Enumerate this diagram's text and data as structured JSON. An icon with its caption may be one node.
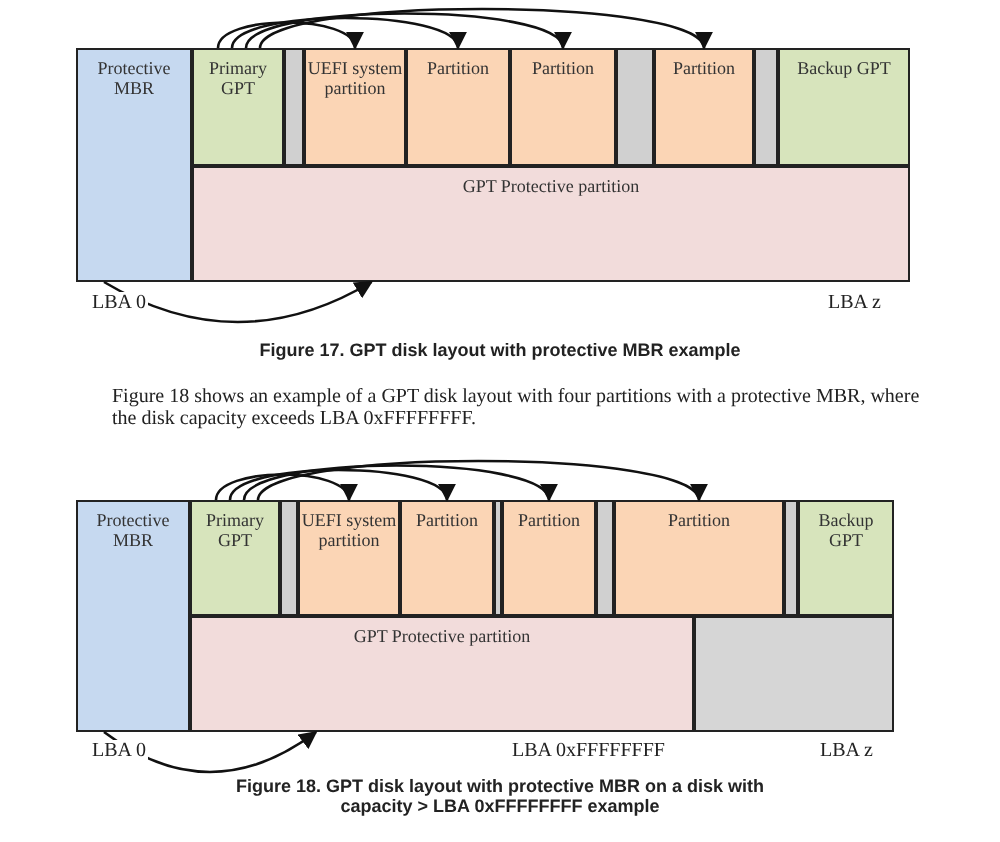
{
  "diagram": {
    "nodes": [
      {
        "text": [
          "Protective MBR"
        ]
      },
      {
        "text": [
          "Primary GPT"
        ]
      },
      {
        "text": [],
        "shape": "bar"
      },
      {
        "text": [
          "UEFI system partition"
        ]
      },
      {
        "text": [
          "Partition"
        ]
      },
      {
        "text": [
          "Partition"
        ]
      },
      {
        "text": [],
        "shape": "bar"
      },
      {
        "text": [
          "Partition"
        ]
      },
      {
        "text": [],
        "shape": "bar"
      },
      {
        "text": [
          "Backup GPT"
        ]
      },
      {
        "text": [
          "GPT Protective partition"
        ]
      },
      {
        "text": [
          "Protective MBR"
        ]
      },
      {
        "text": [
          "Primary GPT"
        ]
      },
      {
        "text": [],
        "shape": "bar"
      },
      {
        "text": [
          "UEFI system partition"
        ]
      },
      {
        "text": [
          "Partition"
        ]
      },
      {
        "text": [],
        "shape": "bar"
      },
      {
        "text": [
          "Partition"
        ]
      },
      {
        "text": [],
        "shape": "bar"
      },
      {
        "text": [
          "Partition"
        ]
      },
      {
        "text": [],
        "shape": "bar"
      },
      {
        "text": [
          "Backup GPT"
        ]
      },
      {
        "text": [
          "GPT Protective partition"
        ]
      },
      {
        "text": [],
        "shape": "box"
      }
    ],
    "edges": [
      {
        "from": 1,
        "to": 3,
        "arrow": "to"
      },
      {
        "from": 1,
        "to": 4,
        "arrow": "to"
      },
      {
        "from": 1,
        "to": 5,
        "arrow": "to"
      },
      {
        "from": 1,
        "to": 7,
        "arrow": "to"
      },
      {
        "from": 0,
        "to": 10,
        "arrow": "to"
      },
      {
        "from": 12,
        "to": 14,
        "arrow": "to"
      },
      {
        "from": 12,
        "to": 15,
        "arrow": "to"
      },
      {
        "from": 12,
        "to": 17,
        "arrow": "to"
      },
      {
        "from": 12,
        "to": 19,
        "arrow": "to"
      },
      {
        "from": 11,
        "to": 22,
        "arrow": "to"
      }
    ],
    "labels": [
      "LBA 0",
      "LBA z",
      "Figure 17. GPT disk layout with protective MBR example",
      "Figure 18 shows an example of a GPT disk layout with four partitions with a protective MBR, where the disk capacity exceeds LBA 0xFFFFFFFF.",
      "LBA 0",
      "LBA 0xFFFFFFFF",
      "LBA z",
      "Figure 18. GPT disk layout with protective MBR on a disk with capacity > LBA 0xFFFFFFFF example"
    ]
  }
}
